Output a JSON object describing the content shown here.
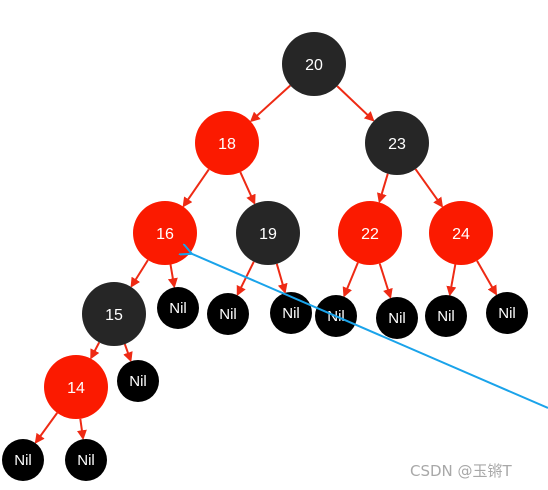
{
  "tree": {
    "nodes": [
      {
        "id": "n20",
        "label": "20",
        "color": "black"
      },
      {
        "id": "n18",
        "label": "18",
        "color": "red"
      },
      {
        "id": "n23",
        "label": "23",
        "color": "black"
      },
      {
        "id": "n16",
        "label": "16",
        "color": "red"
      },
      {
        "id": "n19",
        "label": "19",
        "color": "black"
      },
      {
        "id": "n22",
        "label": "22",
        "color": "red"
      },
      {
        "id": "n24",
        "label": "24",
        "color": "red"
      },
      {
        "id": "n15",
        "label": "15",
        "color": "black"
      },
      {
        "id": "n14",
        "label": "14",
        "color": "red"
      },
      {
        "id": "nil16r",
        "label": "Nil",
        "color": "nil"
      },
      {
        "id": "nil19l",
        "label": "Nil",
        "color": "nil"
      },
      {
        "id": "nil19r",
        "label": "Nil",
        "color": "nil"
      },
      {
        "id": "nil22l",
        "label": "Nil",
        "color": "nil"
      },
      {
        "id": "nil22r",
        "label": "Nil",
        "color": "nil"
      },
      {
        "id": "nil24l",
        "label": "Nil",
        "color": "nil"
      },
      {
        "id": "nil24r",
        "label": "Nil",
        "color": "nil"
      },
      {
        "id": "nil15r",
        "label": "Nil",
        "color": "nil"
      },
      {
        "id": "nil14l",
        "label": "Nil",
        "color": "nil"
      },
      {
        "id": "nil14r",
        "label": "Nil",
        "color": "nil"
      }
    ],
    "edges": [
      [
        "n20",
        "n18"
      ],
      [
        "n20",
        "n23"
      ],
      [
        "n18",
        "n16"
      ],
      [
        "n18",
        "n19"
      ],
      [
        "n23",
        "n22"
      ],
      [
        "n23",
        "n24"
      ],
      [
        "n16",
        "n15"
      ],
      [
        "n16",
        "nil16r"
      ],
      [
        "n19",
        "nil19l"
      ],
      [
        "n19",
        "nil19r"
      ],
      [
        "n22",
        "nil22l"
      ],
      [
        "n22",
        "nil22r"
      ],
      [
        "n24",
        "nil24l"
      ],
      [
        "n24",
        "nil24r"
      ],
      [
        "n15",
        "n14"
      ],
      [
        "n15",
        "nil15r"
      ],
      [
        "n14",
        "nil14l"
      ],
      [
        "n14",
        "nil14r"
      ]
    ]
  },
  "colors": {
    "red_node": "#fb1a00",
    "black_node": "#262626",
    "nil_node": "#000000",
    "edge": "#ee2a14",
    "pointer": "#1aa3ea",
    "watermark": "#a8a8a8"
  },
  "watermark": "CSDN @玉锵T"
}
